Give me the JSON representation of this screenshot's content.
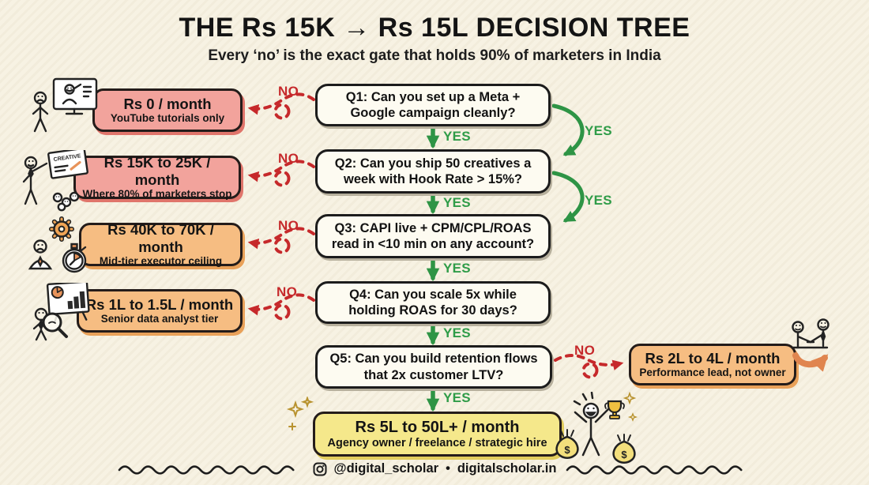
{
  "header": {
    "title": "THE Rs 15K → Rs 15L DECISION TREE",
    "subtitle": "Every ‘no’ is the exact gate that holds 90% of marketers in India"
  },
  "labels": {
    "yes": "YES",
    "no": "NO"
  },
  "questions": [
    {
      "id": "Q1",
      "text": "Q1: Can you set up a Meta + Google campaign cleanly?"
    },
    {
      "id": "Q2",
      "text": "Q2: Can you ship 50 creatives a week with Hook Rate > 15%?"
    },
    {
      "id": "Q3",
      "text": "Q3: CAPI live + CPM/CPL/ROAS read in <10 min on any account?"
    },
    {
      "id": "Q4",
      "text": "Q4: Can you scale 5x while holding ROAS for 30 days?"
    },
    {
      "id": "Q5",
      "text": "Q5: Can you build retention flows that 2x customer LTV?"
    }
  ],
  "outcomes": {
    "no_tiers": [
      {
        "amount": "Rs 0 / month",
        "caption": "YouTube tutorials only",
        "icon": "sad-viewer-tutorial-icon"
      },
      {
        "amount": "Rs 15K to 25K / month",
        "caption": "Where 80% of marketers stop",
        "icon": "creative-presenter-icon"
      },
      {
        "amount": "Rs 40K to 70K / month",
        "caption": "Mid-tier executor ceiling",
        "icon": "gear-stopwatch-icon"
      },
      {
        "amount": "Rs 1L to 1.5L / month",
        "caption": "Senior data analyst tier",
        "icon": "analyst-magnifier-icon"
      }
    ],
    "q5_no": {
      "amount": "Rs 2L to 4L / month",
      "caption": "Performance lead, not owner",
      "icon": "handshake-icon"
    },
    "final": {
      "amount": "Rs 5L to 50L+ / month",
      "caption": "Agency owner / freelance / strategic hire",
      "icon": "winner-trophy-icon"
    }
  },
  "icons": {
    "creative_label": "CREATIVE",
    "dollar": "$"
  },
  "footer": {
    "handle": "@digital_scholar",
    "separator": "•",
    "site": "digitalscholar.in"
  },
  "colors": {
    "background": "#f7f2e3",
    "ink": "#1c1c1c",
    "yes_green": "#2f9c48",
    "no_red": "#c6292b",
    "pink_fill": "#f2a39c",
    "orange_fill": "#f6bd82",
    "yellow_fill": "#f5e88b",
    "card_fill": "#fdfbf1",
    "accent_orange": "#e8935a"
  }
}
